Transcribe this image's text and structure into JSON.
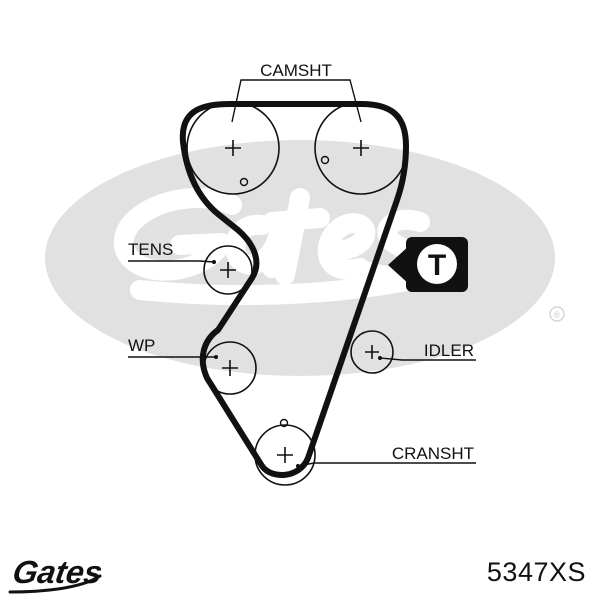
{
  "diagram": {
    "labels": {
      "camshaft": "CAMSHT",
      "tensioner": "TENS",
      "water_pump": "WP",
      "idler": "IDLER",
      "crankshaft": "CRANSHT"
    },
    "tension_marker": "T",
    "watermark": {
      "brand": "Gates",
      "registered_mark": "®",
      "color": "#e1e1e1"
    }
  },
  "footer": {
    "logo_brand": "Gates",
    "part_number": "5347XS"
  },
  "colors": {
    "ink": "#111111",
    "background": "#ffffff"
  }
}
